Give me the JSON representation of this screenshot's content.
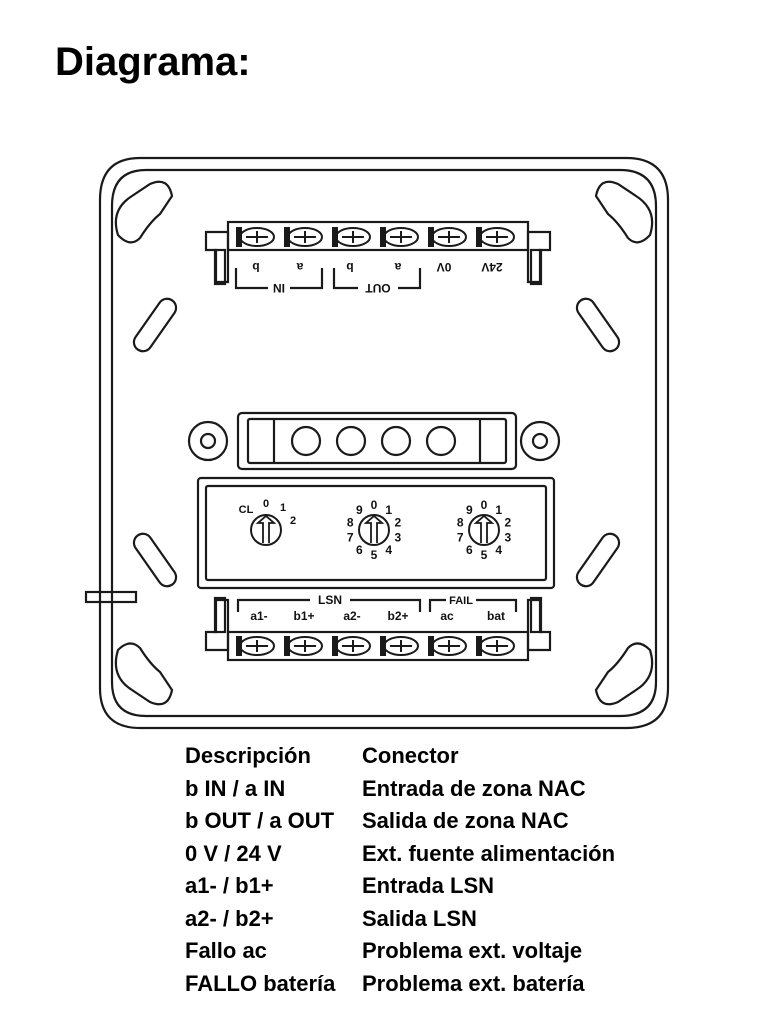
{
  "title": "Diagrama:",
  "diagram": {
    "top_terminals": [
      "b",
      "a",
      "b",
      "a",
      "0V",
      "24V"
    ],
    "top_groups": [
      "IN",
      "OUT"
    ],
    "bottom_groups": [
      "LSN",
      "FAIL"
    ],
    "bottom_terminals": [
      "a1-",
      "b1+",
      "a2-",
      "b2+",
      "ac",
      "bat"
    ],
    "dial_left_labels": [
      "CL",
      "0",
      "1",
      "2"
    ],
    "dial_digits": [
      "0",
      "1",
      "2",
      "3",
      "4",
      "5",
      "6",
      "7",
      "8",
      "9"
    ]
  },
  "legend": {
    "headers": [
      "Descripción",
      "Conector"
    ],
    "rows": [
      [
        "b IN / a IN",
        "Entrada de zona NAC"
      ],
      [
        "b OUT / a OUT",
        "Salida de zona NAC"
      ],
      [
        "0 V / 24 V",
        "Ext. fuente alimentación"
      ],
      [
        "a1- / b1+",
        "Entrada LSN"
      ],
      [
        "a2- / b2+",
        "Salida LSN"
      ],
      [
        "Fallo ac",
        "Problema ext. voltaje"
      ],
      [
        "FALLO batería",
        "Problema ext. batería"
      ]
    ]
  }
}
